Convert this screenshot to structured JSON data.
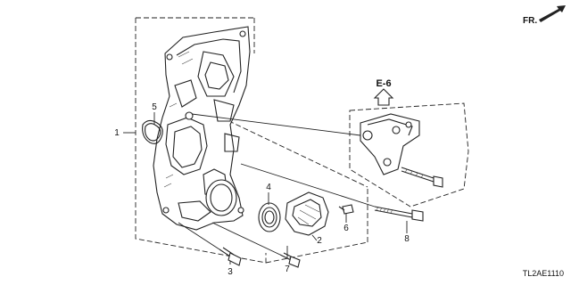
{
  "direction_label": "FR.",
  "reference_label": "E-6",
  "diagram_code": "TL2AE1110",
  "callouts": [
    "1",
    "2",
    "3",
    "4",
    "5",
    "6",
    "7",
    "8"
  ],
  "parts": [
    {
      "name": "chain-case-cover",
      "callout": "1"
    },
    {
      "name": "oil-pump-cover-plate",
      "callout": "2"
    },
    {
      "name": "flange-bolt-left",
      "callout": "3"
    },
    {
      "name": "oil-seal",
      "callout": "4"
    },
    {
      "name": "o-ring-gasket",
      "callout": "5"
    },
    {
      "name": "small-flange-bolt",
      "callout": "6"
    },
    {
      "name": "flange-bolt-right",
      "callout": "7"
    },
    {
      "name": "long-flange-bolt",
      "callout": "8"
    }
  ]
}
